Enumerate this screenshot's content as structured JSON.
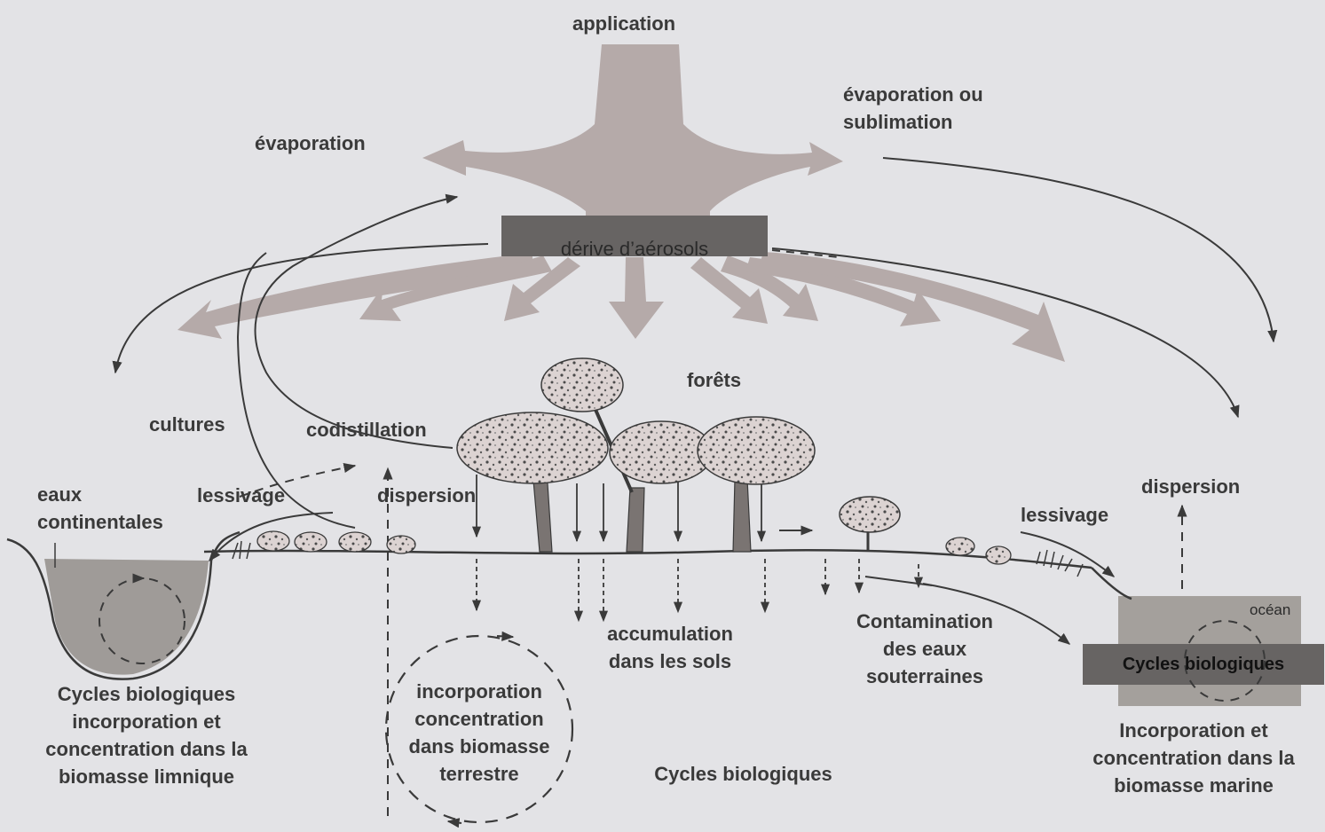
{
  "labels": {
    "application": "application",
    "evaporation": "évaporation",
    "evaporation_sublimation_1": "évaporation ou",
    "evaporation_sublimation_2": "sublimation",
    "derive_aerosols": "dérive d’aérosols",
    "forets": "forêts",
    "cultures": "cultures",
    "codistillation": "codistillation",
    "eaux_1": "eaux",
    "eaux_2": "continentales",
    "lessivage_left": "lessivage",
    "dispersion_left": "dispersion",
    "dispersion_right": "dispersion",
    "lessivage_right": "lessivage",
    "ocean": "océan",
    "cycles_bio_right_box": "Cycles biologiques",
    "accumulation_1": "accumulation",
    "accumulation_2": "dans les sols",
    "contamination_1": "Contamination",
    "contamination_2": "des eaux",
    "contamination_3": "souterraines",
    "limnique_1": "Cycles biologiques",
    "limnique_2": "incorporation et",
    "limnique_3": "concentration dans la",
    "limnique_4": "biomasse limnique",
    "terrestre_1": "incorporation",
    "terrestre_2": "concentration",
    "terrestre_3": "dans biomasse",
    "terrestre_4": "terrestre",
    "cycles_bio_bottom": "Cycles biologiques",
    "marine_1": "Incorporation et",
    "marine_2": "concentration dans la",
    "marine_3": "biomasse marine"
  },
  "colors": {
    "background": "#e3e3e6",
    "flow_arrow": "#b5aaa9",
    "dark_box": "#676463",
    "ocean_box": "#a4a09c",
    "water_fill": "#9f9b98",
    "line": "#3a3a3a",
    "canopy": "#d9d0cf"
  }
}
